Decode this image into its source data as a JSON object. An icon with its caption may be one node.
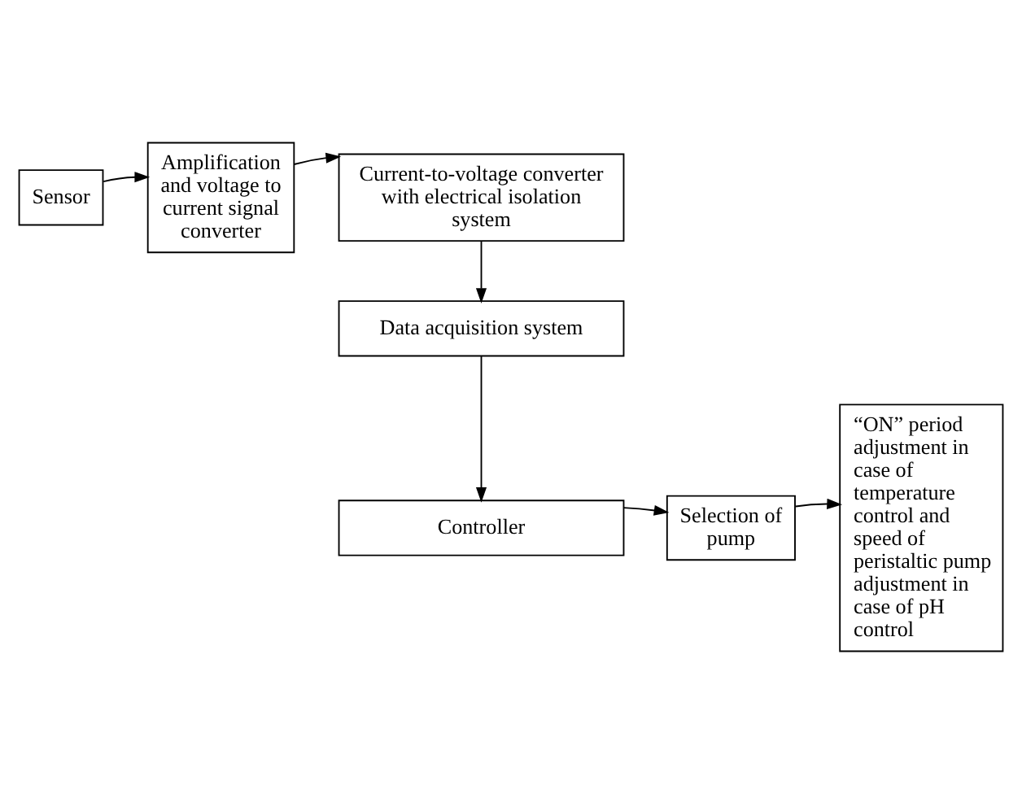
{
  "diagram": {
    "nodes": [
      {
        "text": [
          "Sensor"
        ]
      },
      {
        "text": [
          "Amplification and voltage to current signal converter"
        ]
      },
      {
        "text": [
          "Current-to-voltage converter with electrical isolation system"
        ]
      },
      {
        "text": [
          "Data acquisition system"
        ]
      },
      {
        "text": [
          "Controller"
        ]
      },
      {
        "text": [
          "Selection of pump"
        ]
      },
      {
        "text": [
          "“ON” period adjustment in case of temperature control and speed of peristaltic pump adjustment in case of pH control"
        ]
      }
    ],
    "edges": [
      {
        "from": 0,
        "to": 1,
        "arrow": "to"
      },
      {
        "from": 1,
        "to": 2,
        "arrow": "to"
      },
      {
        "from": 2,
        "to": 3,
        "arrow": "to"
      },
      {
        "from": 3,
        "to": 4,
        "arrow": "to"
      },
      {
        "from": 4,
        "to": 5,
        "arrow": "to"
      },
      {
        "from": 5,
        "to": 6,
        "arrow": "to"
      }
    ]
  }
}
